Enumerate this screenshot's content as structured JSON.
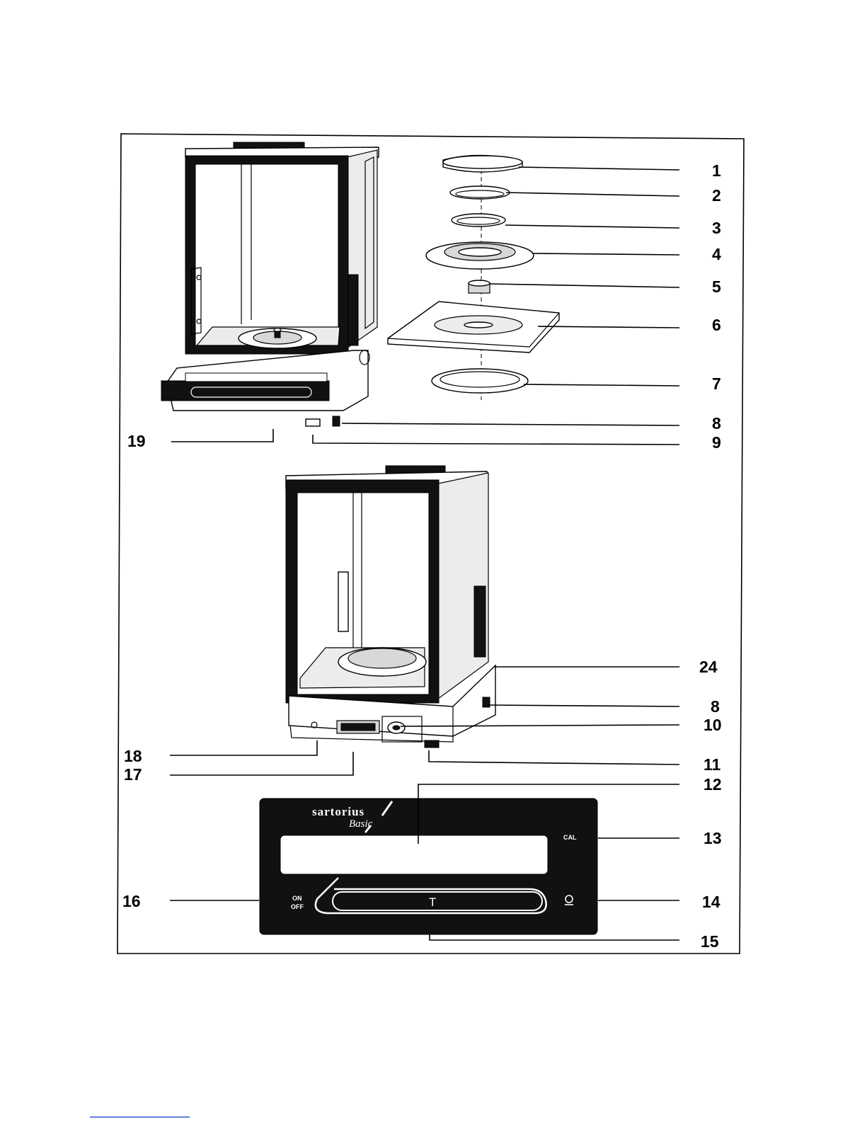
{
  "callouts": {
    "c1": "1",
    "c2": "2",
    "c3": "3",
    "c4": "4",
    "c5": "5",
    "c6": "6",
    "c7": "7",
    "c8a": "8",
    "c9": "9",
    "c19": "19",
    "c24": "24",
    "c8b": "8",
    "c10": "10",
    "c11": "11",
    "c18": "18",
    "c17": "17",
    "c12": "12",
    "c13": "13",
    "c14": "14",
    "c15": "15",
    "c16": "16"
  },
  "panel": {
    "brand": "sartorius",
    "model": "Basic",
    "cal": "CAL",
    "on": "ON",
    "off": "OFF",
    "tare": "T",
    "print_icon": "print-key-icon"
  },
  "colors": {
    "ink": "#000000",
    "panel": "#111111",
    "paper": "#ffffff"
  }
}
